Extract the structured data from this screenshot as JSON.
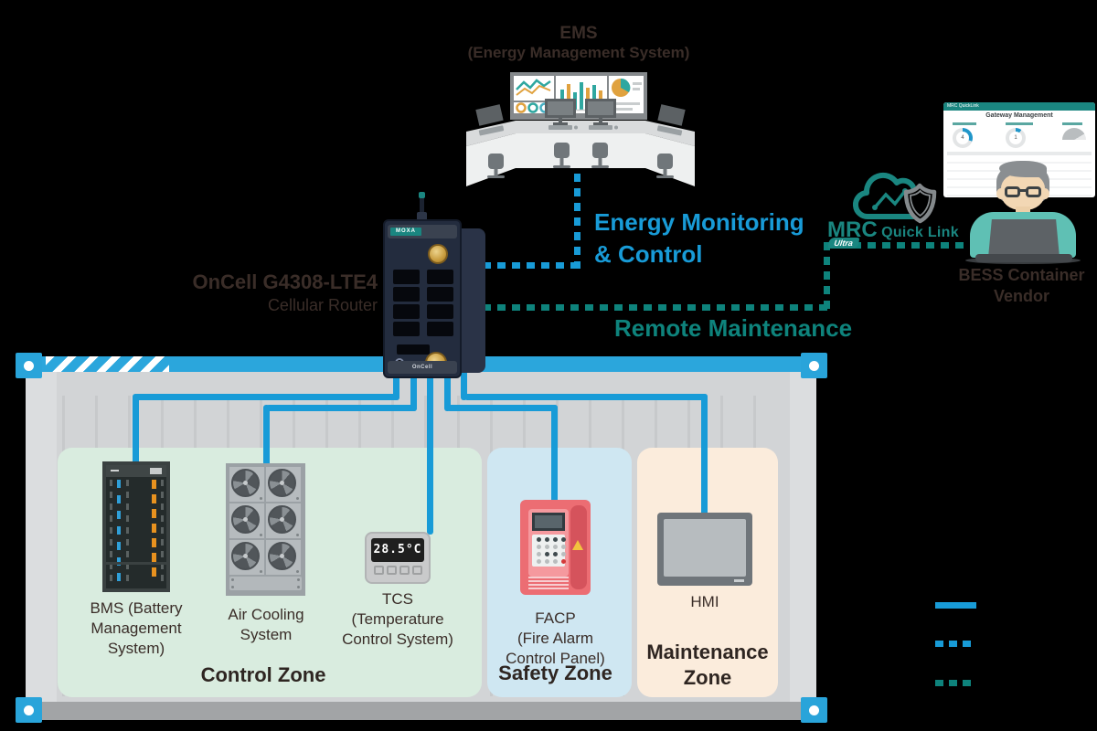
{
  "ems": {
    "title": "EMS",
    "subtitle": "(Energy Management System)"
  },
  "router": {
    "model": "OnCell G4308-LTE4",
    "type": "Cellular Router",
    "brand": "MOXA",
    "front_label": "OnCell"
  },
  "connections": {
    "energy_monitoring": "Energy Monitoring\n& Control",
    "remote_maintenance": "Remote Maintenance"
  },
  "cloud_service": {
    "brand": "MRC",
    "product": "Quick Link",
    "tier": "Ultra"
  },
  "vendor": {
    "label": "BESS Container\nVendor"
  },
  "dashboard": {
    "header": "MRC QuickLink",
    "title": "Gateway Management",
    "gateway_status_value": "4",
    "connected_value": "1"
  },
  "container": {
    "zones": {
      "control": {
        "label": "Control Zone"
      },
      "safety": {
        "label": "Safety Zone"
      },
      "maintenance": {
        "label": "Maintenance\nZone"
      }
    },
    "devices": {
      "bms": {
        "label": "BMS (Battery\nManagement\nSystem)"
      },
      "air_cooling": {
        "label": "Air Cooling\nSystem"
      },
      "tcs": {
        "label": "TCS\n(Temperature\nControl System)",
        "display": "28.5°C"
      },
      "facp": {
        "label": "FACP\n(Fire Alarm\nControl Panel)"
      },
      "hmi": {
        "label": "HMI"
      }
    }
  },
  "colors": {
    "blue": "#189bd7",
    "teal": "#0e837c",
    "dark_text": "#3a2d28"
  }
}
